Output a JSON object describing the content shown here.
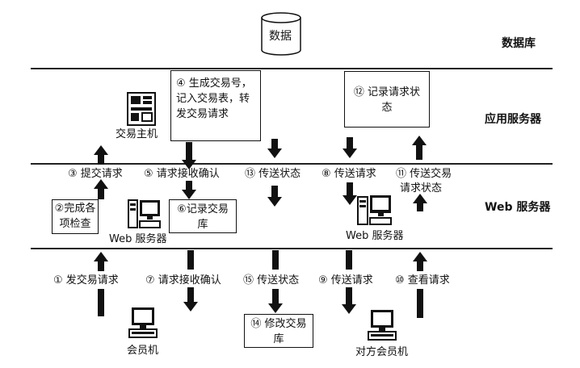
{
  "database_label": "数据",
  "layers": {
    "db": "数据库",
    "app": "应用服务器",
    "web": "Web 服务器"
  },
  "boxes": {
    "b4": "④ 生成交易号，记入交易表，转发交易请求",
    "b12": "⑫ 记录请求状态",
    "b2": "②完成各项检查",
    "b6": "⑥记录交易库",
    "b14": "⑭ 修改交易库"
  },
  "labels": {
    "host": "交易主机",
    "web_server_left": "Web 服务器",
    "web_server_right": "Web 服务器",
    "member": "会员机",
    "counterparty": "对方会员机"
  },
  "steps": {
    "s3": "③ 提交请求",
    "s5": "⑤ 请求接收确认",
    "s13": "⑬ 传送状态",
    "s8": "⑧ 传送请求",
    "s11a": "⑪ 传送交易",
    "s11b": "请求状态",
    "s1": "① 发交易请求",
    "s7": "⑦ 请求接收确认",
    "s15": "⑮ 传送状态",
    "s9": "⑨ 传送请求",
    "s10": "⑩ 查看请求"
  }
}
